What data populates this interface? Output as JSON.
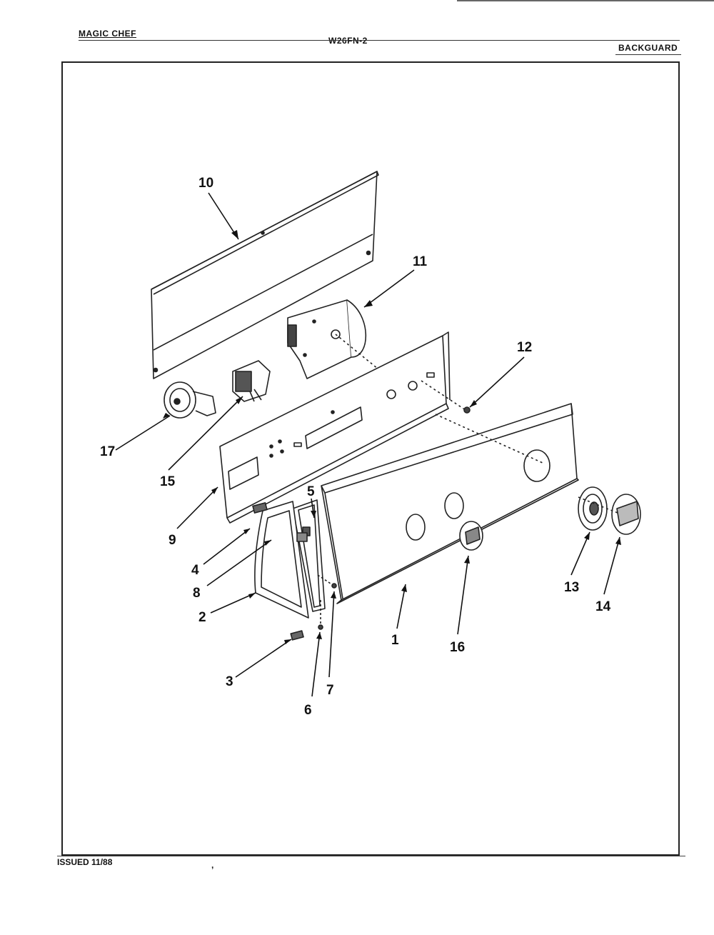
{
  "header": {
    "brand": "MAGIC CHEF",
    "model": "W26FN-2",
    "section": "BACKGUARD"
  },
  "footer": {
    "issued": "ISSUED 11/88",
    "mark": ","
  },
  "parts": {
    "p1": "1",
    "p2": "2",
    "p3": "3",
    "p4": "4",
    "p5": "5",
    "p6": "6",
    "p7": "7",
    "p8": "8",
    "p9": "9",
    "p10": "10",
    "p11": "11",
    "p12": "12",
    "p13": "13",
    "p14": "14",
    "p15": "15",
    "p16": "16",
    "p17": "17"
  }
}
